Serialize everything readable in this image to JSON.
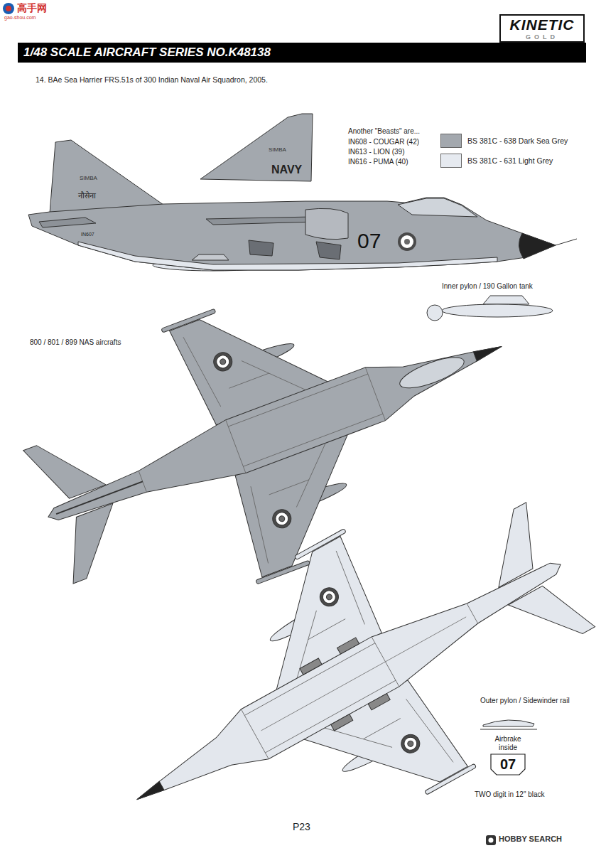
{
  "diagram": {
    "title": "14. BAe Sea Harrier FRS.51s of 300 Indian Naval Air Squadron, 2005.",
    "nodes": [
      {
        "text": [
          "KINETIC",
          "GOLD"
        ]
      },
      {
        "text": [
          "1/48 SCALE AIRCRAFT SERIES NO.K48138"
        ]
      },
      {
        "text": [
          "Airbrake inside",
          "07"
        ]
      }
    ],
    "labels": [
      "高手网",
      "gao-shou.com",
      "Another \"Beasts\" are...",
      "IN608 - COUGAR (42)",
      "IN613 - LION (39)",
      "IN616 - PUMA (40)",
      "SIMBA",
      "नौसेना",
      "IN607",
      "07",
      "SIMBA",
      "NAVY",
      "Inner pylon / 190 Gallon tank",
      "800 / 801 / 899 NAS aircrafts",
      "Outer pylon / Sidewinder rail",
      "TWO digit in 12\" black",
      "P23",
      "HOBBY SEARCH"
    ],
    "legend": [
      {
        "text": "BS 381C - 638 Dark Sea Grey",
        "color": "#a3a8ae"
      },
      {
        "text": "BS 381C - 631 Light Grey",
        "color": "#e6eaf0"
      }
    ]
  }
}
